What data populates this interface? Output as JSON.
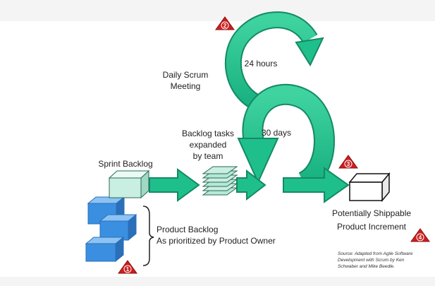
{
  "colors": {
    "arrow": "#1fbf8c",
    "arrow_dark": "#138a63",
    "block_blue": "#3b8fe0",
    "block_blue_top": "#8cc3f3",
    "block_teal": "#c9efe2",
    "block_teal_top": "#ecfaf4",
    "marker_red": "#cc1e1e",
    "text": "#222222"
  },
  "labels": {
    "daily_scrum_line1": "Daily Scrum",
    "daily_scrum_line2": "Meeting",
    "hours": "24 hours",
    "days": "30 days",
    "backlog_tasks_line1": "Backlog tasks",
    "backlog_tasks_line2": "expanded",
    "backlog_tasks_line3": "by team",
    "sprint_backlog": "Sprint Backlog",
    "product_backlog_line1": "Product Backlog",
    "product_backlog_line2": "As prioritized by Product Owner",
    "increment_line1": "Potentially Shippable",
    "increment_line2": "Product Increment"
  },
  "source": {
    "line1": "Source: Adapted from Agile Software",
    "line2": "Development with Scrum by Ken",
    "line3": "Schwaber and Mike Beedle."
  },
  "markers": [
    "1",
    "2",
    "3",
    "4"
  ]
}
